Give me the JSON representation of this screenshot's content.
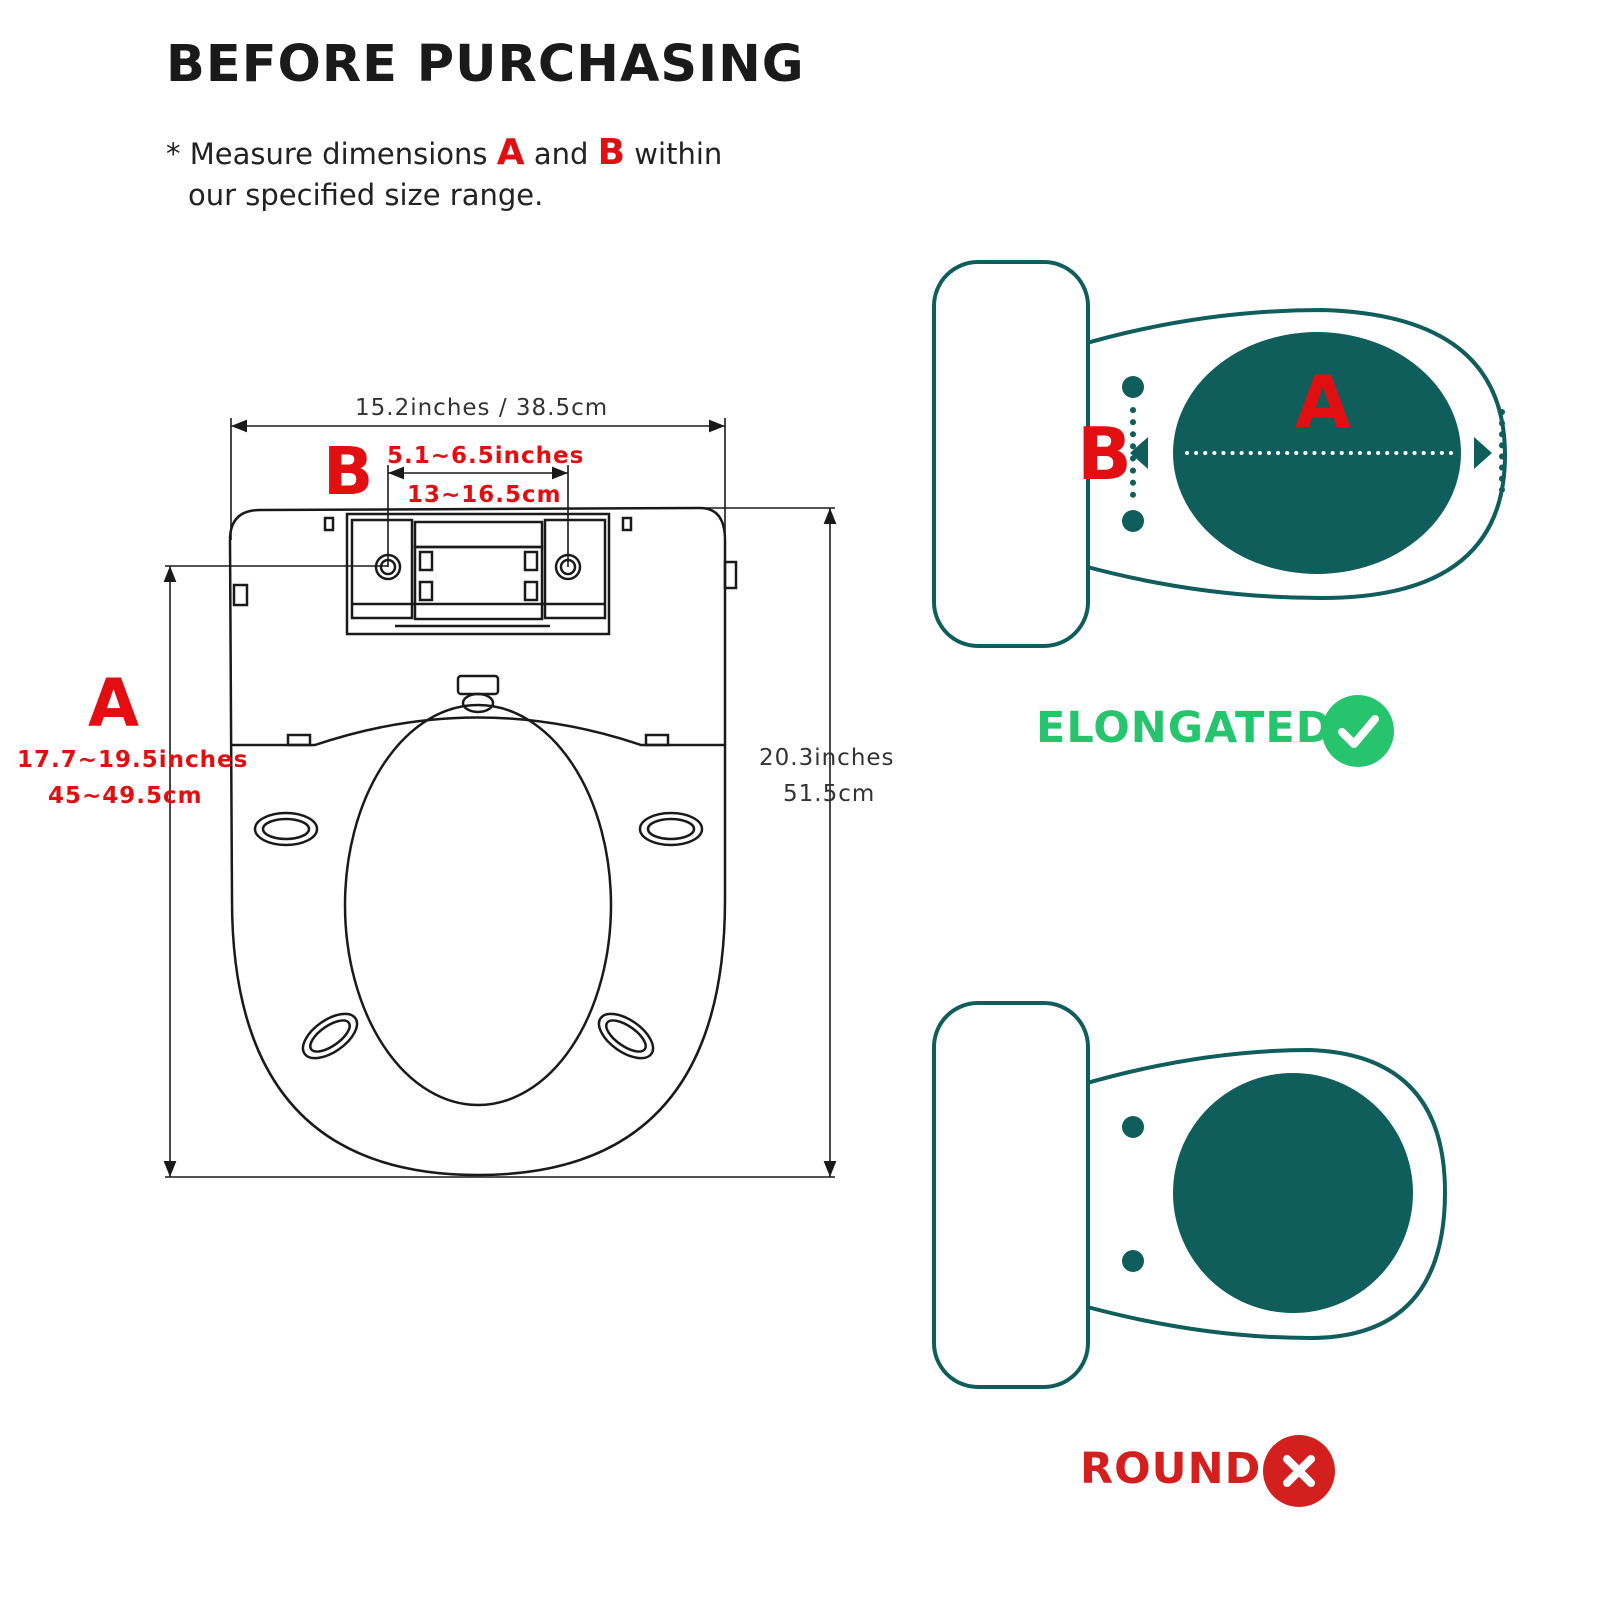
{
  "heading": "BEFORE PURCHASING",
  "note": {
    "star": "*",
    "part1": "Measure dimensions",
    "letter_a": "A",
    "and": "and",
    "letter_b": "B",
    "part2": "within",
    "line2": "our specified size range."
  },
  "seat": {
    "width_label": "15.2inches / 38.5cm",
    "b_letter": "B",
    "b_inches": "5.1~6.5inches",
    "b_cm": "13~16.5cm",
    "a_letter": "A",
    "a_inches": "17.7~19.5inches",
    "a_cm": "45~49.5cm",
    "length_inches": "20.3inches",
    "length_cm": "51.5cm"
  },
  "elongated": {
    "letter_a": "A",
    "letter_b": "B",
    "label": "ELONGATED",
    "status_icon": "check-icon",
    "color": "#27c46e"
  },
  "round": {
    "label": "ROUND",
    "status_icon": "cross-icon",
    "color": "#d41f1f"
  },
  "colors": {
    "teal": "#0f5e5c",
    "red": "#e10f12",
    "outline": "#1a1a1a"
  }
}
